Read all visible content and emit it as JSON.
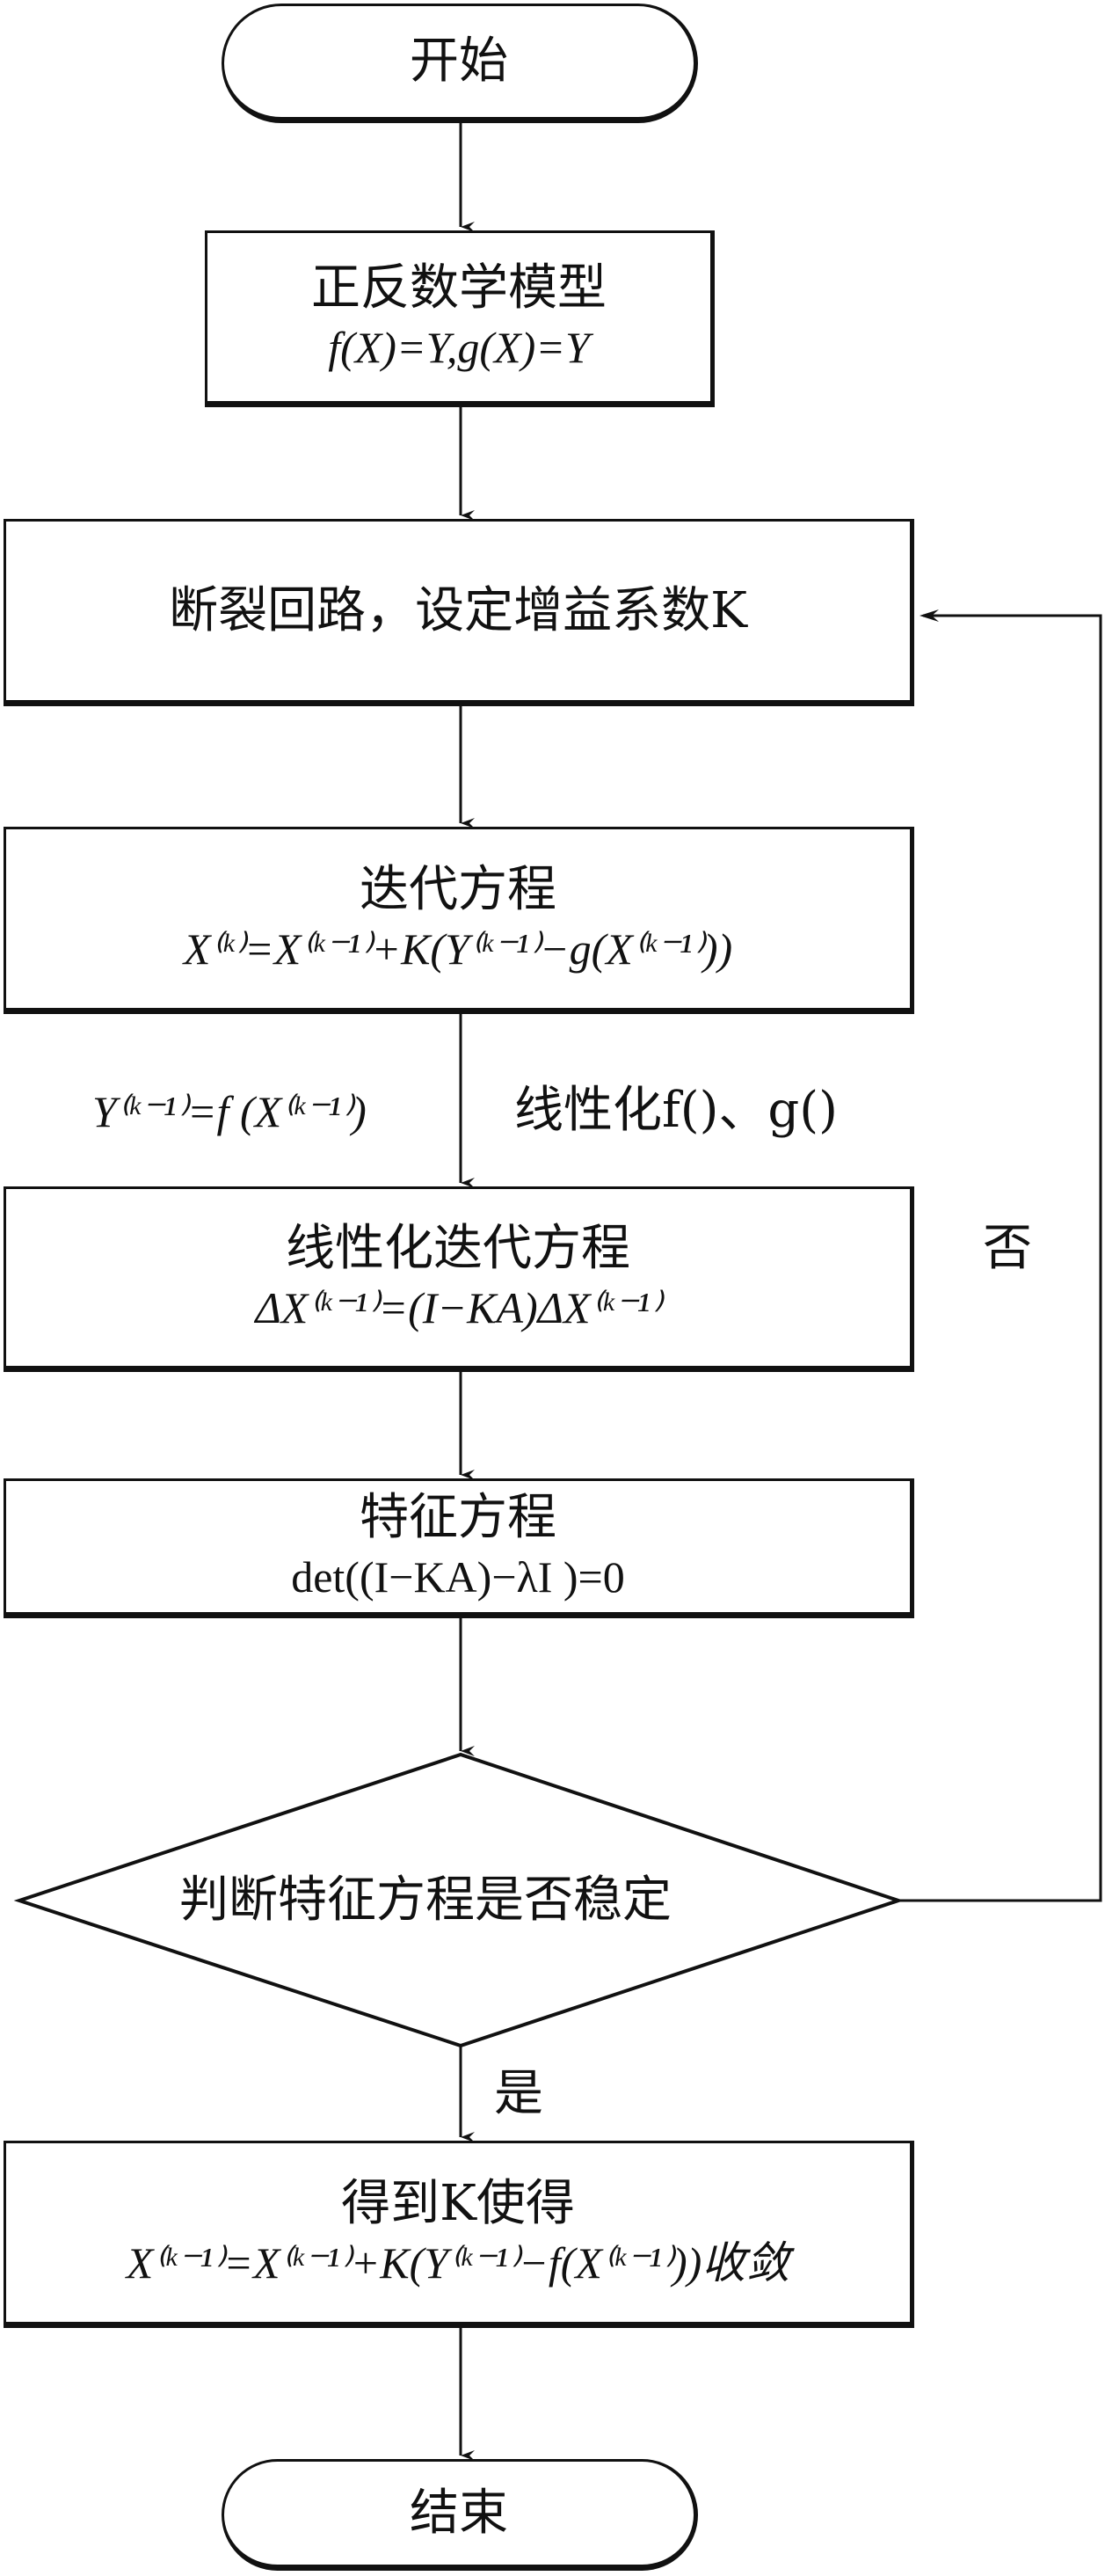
{
  "nodes": {
    "start": {
      "label": "开始"
    },
    "model": {
      "title": "正反数学模型",
      "formula": "f(X)=Y,g(X)=Y"
    },
    "break": {
      "title": "断裂回路，设定增益系数K"
    },
    "iter": {
      "title": "迭代方程",
      "formula": "X⁽ᵏ⁾=X⁽ᵏ⁻¹⁾+K(Y⁽ᵏ⁻¹⁾−g(X⁽ᵏ⁻¹⁾))"
    },
    "linear": {
      "title": "线性化迭代方程",
      "formula": "ΔX⁽ᵏ⁻¹⁾=(I−KA)ΔX⁽ᵏ⁻¹⁾"
    },
    "char": {
      "title": "特征方程",
      "formula": "det((I−KA)−λI )=0"
    },
    "decision": {
      "label": "判断特征方程是否稳定"
    },
    "result": {
      "title": "得到K使得",
      "formula": "X⁽ᵏ⁻¹⁾=X⁽ᵏ⁻¹⁾+K(Y⁽ᵏ⁻¹⁾−f(X⁽ᵏ⁻¹⁾))收敛"
    },
    "end": {
      "label": "结束"
    }
  },
  "edge_labels": {
    "left": "Y⁽ᵏ⁻¹⁾=f (X⁽ᵏ⁻¹⁾)",
    "right": "线性化f()、g()",
    "no": "否",
    "yes": "是"
  }
}
